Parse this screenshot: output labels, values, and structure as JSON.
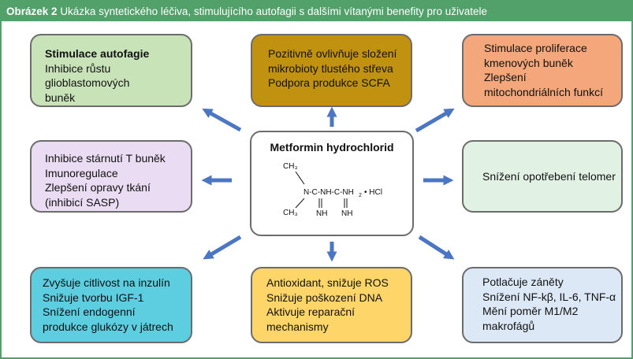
{
  "figure": {
    "label": "Obrázek 2",
    "caption": "Ukázka syntetického léčiva, stimulujícího autofagii s dalšími vítanými benefity pro uživatele"
  },
  "center": {
    "title": "Metformin hydrochlorid",
    "structure": {
      "methyl_top": "CH₃",
      "methyl_bottom": "CH₃",
      "main_chain": "N-C-NH-C-NH",
      "amine_subscript": "2",
      "salt": "• HCl",
      "imine_left": "NH",
      "imine_right": "NH"
    }
  },
  "boxes": {
    "top_left": [
      "Stimulace autofagie",
      "Inhibice růstu",
      "glioblastomových",
      "buněk"
    ],
    "top_center": [
      "Pozitivně ovlivňuje složení",
      "mikrobioty tlustého střeva",
      "Podpora produkce SCFA"
    ],
    "top_right": [
      "Stimulace proliferace",
      "kmenových buněk",
      "Zlepšení",
      "mitochondriálních funkcí"
    ],
    "middle_left": [
      "Inhibice stárnutí T buněk",
      "Imunoregulace",
      "Zlepšení opravy tkání",
      "(inhibicí SASP)"
    ],
    "middle_right": [
      "Snížení opotřebení telomer"
    ],
    "bottom_left": [
      "Zvyšuje citlivost na inzulín",
      "Snižuje tvorbu IGF-1",
      "Snížení endogenní",
      "produkce glukózy v játrech"
    ],
    "bottom_center": [
      "Antioxidant, snižuje ROS",
      "Snižuje poškození DNA",
      "Aktivuje reparační",
      "mechanismy"
    ],
    "bottom_right": [
      "Potlačuje záněty",
      "Snížení NF-kβ, IL-6, TNF-α",
      "Mění poměr M1/M2",
      "makrofágů"
    ]
  },
  "colors": {
    "frame_green": "#52a06a",
    "arrow_blue": "#4a76c3",
    "top_left_box": "#c9e3b9",
    "top_center_box": "#c19210",
    "top_right_box": "#f3a77a",
    "middle_left_box": "#eadcf3",
    "middle_right_box": "#e1f2e5",
    "bottom_left_box": "#5dcde0",
    "bottom_center_box": "#fdd569",
    "bottom_right_box": "#dde8f6"
  }
}
